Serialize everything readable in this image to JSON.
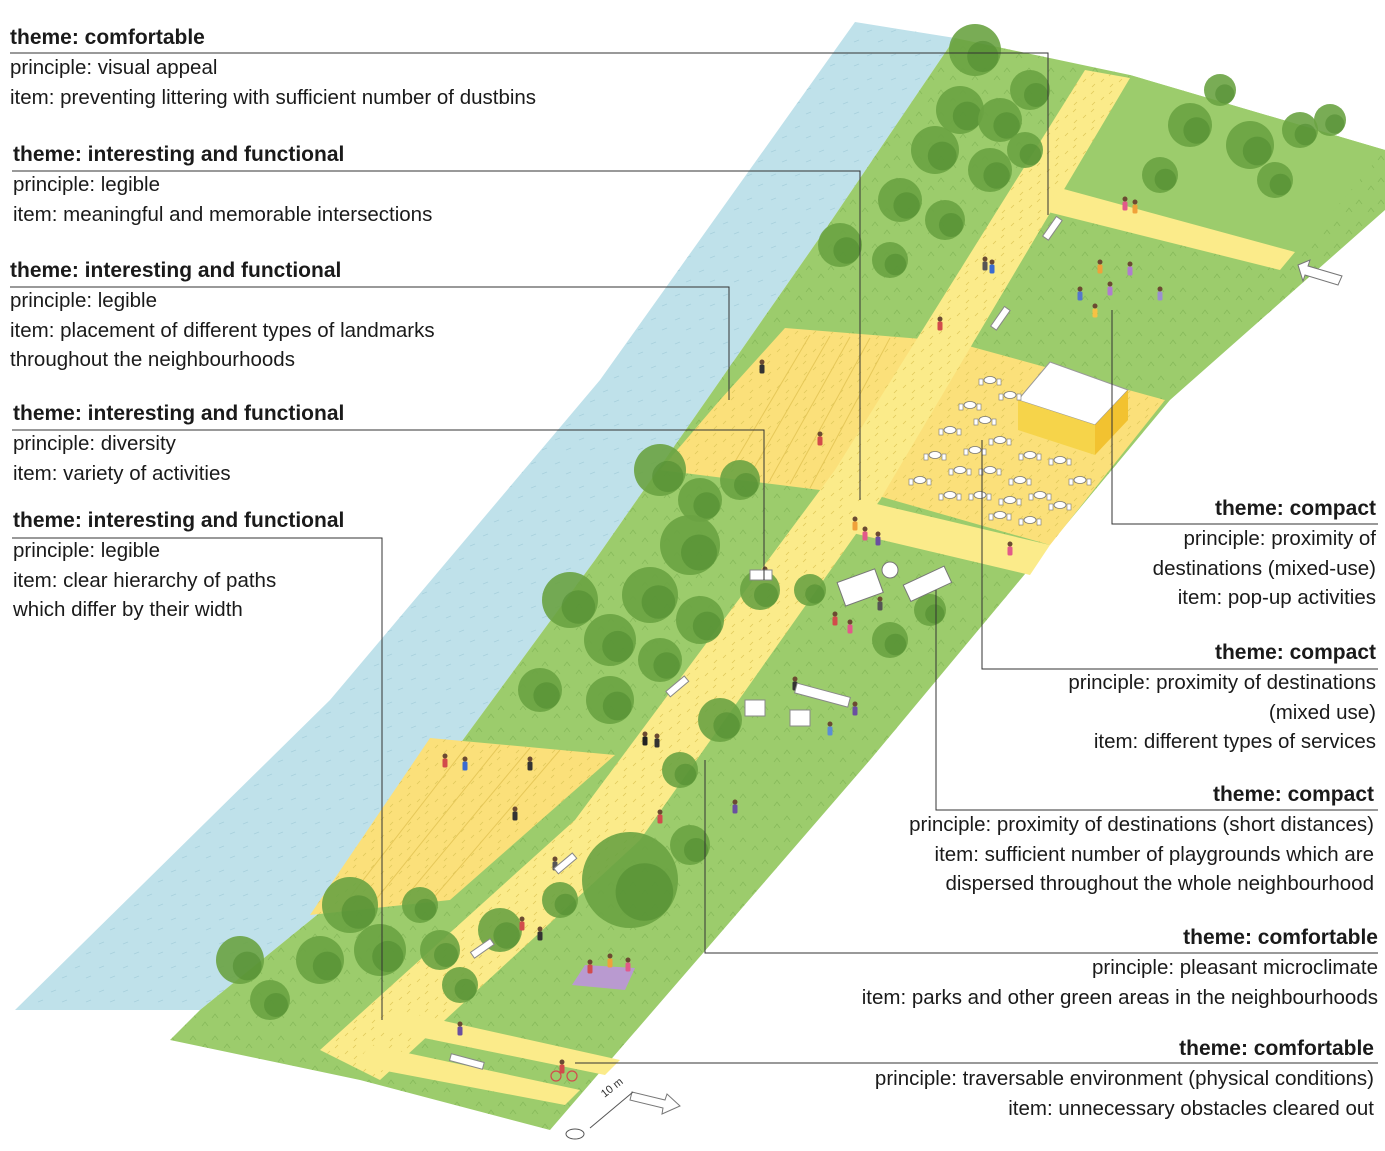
{
  "annotations_left": [
    {
      "theme": "theme: comfortable",
      "lines": [
        "principle: visual appeal",
        "item: preventing littering with sufficient number of dustbins"
      ]
    },
    {
      "theme": "theme: interesting and functional",
      "lines": [
        "principle: legible",
        "item: meaningful and memorable intersections"
      ]
    },
    {
      "theme": "theme: interesting and functional",
      "lines": [
        "principle: legible",
        "item: placement of different types of landmarks",
        "throughout the neighbourhoods"
      ]
    },
    {
      "theme": "theme: interesting and functional",
      "lines": [
        "principle: diversity",
        "item: variety of activities"
      ]
    },
    {
      "theme": "theme: interesting and functional",
      "lines": [
        "principle: legible",
        "item: clear hierarchy of paths",
        "which differ by their width"
      ]
    }
  ],
  "annotations_right": [
    {
      "theme": "theme: compact",
      "lines": [
        "principle: proximity of",
        "destinations (mixed-use)",
        "item: pop-up activities"
      ]
    },
    {
      "theme": "theme: compact",
      "lines": [
        "principle: proximity of destinations",
        "(mixed use)",
        "item: different types of services"
      ]
    },
    {
      "theme": "theme: compact",
      "lines": [
        "principle: proximity of destinations (short distances)",
        "item: sufficient number of playgrounds which are",
        "dispersed throughout the whole neighbourhood"
      ]
    },
    {
      "theme": "theme: comfortable",
      "lines": [
        "principle: pleasant microclimate",
        "item: parks and other green areas in the neighbourhoods"
      ]
    },
    {
      "theme": "theme: comfortable",
      "lines": [
        "principle: traversable environment (physical conditions)",
        "item: unnecessary obstacles cleared out"
      ]
    }
  ],
  "scale_label": "10 m",
  "colors": {
    "water": "#bfe1ea",
    "grass": "#9ccc6c",
    "path": "#fbeb8a",
    "plaza": "#fbe07a",
    "tree": "#6aa342",
    "tree_dark": "#4f8a30",
    "line": "#333333"
  }
}
